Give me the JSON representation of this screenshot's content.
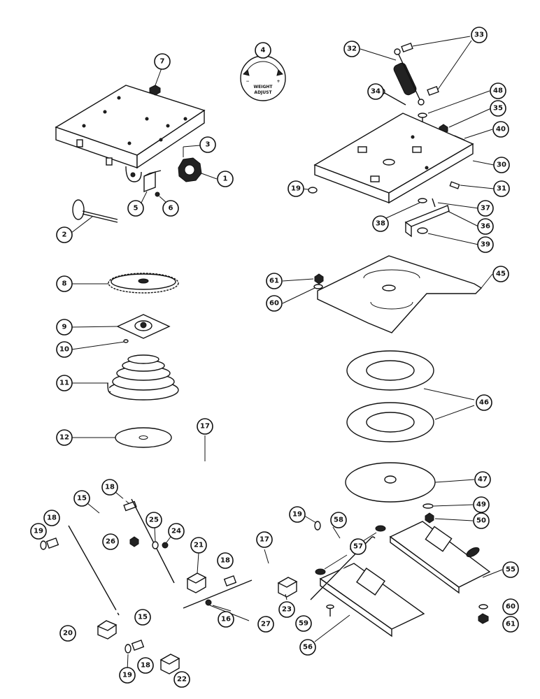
{
  "dial": {
    "line1": "WEIGHT",
    "line2": "ADJUST",
    "minus": "−",
    "plus": "+"
  },
  "callouts": [
    {
      "id": "c1",
      "label": "1"
    },
    {
      "id": "c2",
      "label": "2"
    },
    {
      "id": "c3",
      "label": "3"
    },
    {
      "id": "c4",
      "label": "4"
    },
    {
      "id": "c5",
      "label": "5"
    },
    {
      "id": "c6",
      "label": "6"
    },
    {
      "id": "c7",
      "label": "7"
    },
    {
      "id": "c8",
      "label": "8"
    },
    {
      "id": "c9",
      "label": "9"
    },
    {
      "id": "c10",
      "label": "10"
    },
    {
      "id": "c11",
      "label": "11"
    },
    {
      "id": "c12",
      "label": "12"
    },
    {
      "id": "c15a",
      "label": "15"
    },
    {
      "id": "c15b",
      "label": "15"
    },
    {
      "id": "c16",
      "label": "16"
    },
    {
      "id": "c17a",
      "label": "17"
    },
    {
      "id": "c17b",
      "label": "17"
    },
    {
      "id": "c18a",
      "label": "18"
    },
    {
      "id": "c18b",
      "label": "18"
    },
    {
      "id": "c18c",
      "label": "18"
    },
    {
      "id": "c18d",
      "label": "18"
    },
    {
      "id": "c19a",
      "label": "19"
    },
    {
      "id": "c19b",
      "label": "19"
    },
    {
      "id": "c19c",
      "label": "19"
    },
    {
      "id": "c19d",
      "label": "19"
    },
    {
      "id": "c20",
      "label": "20"
    },
    {
      "id": "c21",
      "label": "21"
    },
    {
      "id": "c22",
      "label": "22"
    },
    {
      "id": "c23",
      "label": "23"
    },
    {
      "id": "c24",
      "label": "24"
    },
    {
      "id": "c25",
      "label": "25"
    },
    {
      "id": "c26",
      "label": "26"
    },
    {
      "id": "c27",
      "label": "27"
    },
    {
      "id": "c30",
      "label": "30"
    },
    {
      "id": "c31",
      "label": "31"
    },
    {
      "id": "c32",
      "label": "32"
    },
    {
      "id": "c33",
      "label": "33"
    },
    {
      "id": "c34",
      "label": "34"
    },
    {
      "id": "c35",
      "label": "35"
    },
    {
      "id": "c36",
      "label": "36"
    },
    {
      "id": "c37",
      "label": "37"
    },
    {
      "id": "c38",
      "label": "38"
    },
    {
      "id": "c39",
      "label": "39"
    },
    {
      "id": "c40",
      "label": "40"
    },
    {
      "id": "c45",
      "label": "45"
    },
    {
      "id": "c46",
      "label": "46"
    },
    {
      "id": "c47",
      "label": "47"
    },
    {
      "id": "c48",
      "label": "48"
    },
    {
      "id": "c49",
      "label": "49"
    },
    {
      "id": "c50",
      "label": "50"
    },
    {
      "id": "c55",
      "label": "55"
    },
    {
      "id": "c56",
      "label": "56"
    },
    {
      "id": "c57",
      "label": "57"
    },
    {
      "id": "c58",
      "label": "58"
    },
    {
      "id": "c59",
      "label": "59"
    },
    {
      "id": "c60a",
      "label": "60"
    },
    {
      "id": "c60b",
      "label": "60"
    },
    {
      "id": "c61a",
      "label": "61"
    },
    {
      "id": "c61b",
      "label": "61"
    }
  ]
}
